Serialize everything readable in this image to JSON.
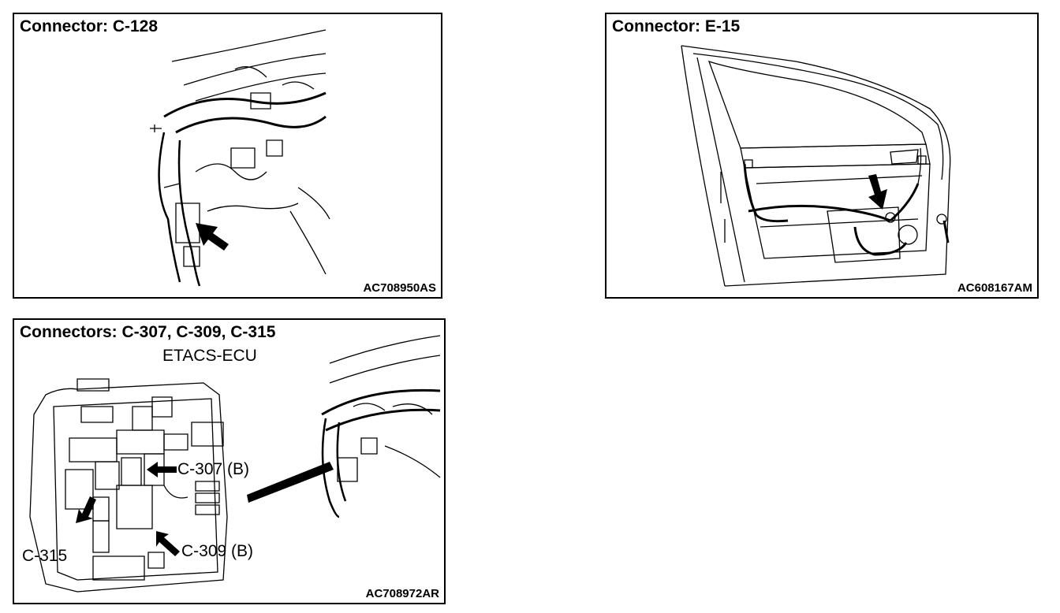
{
  "panels": [
    {
      "title": "Connector: C-128",
      "code": "AC708950AS",
      "illustration": "dashboard-wiring-harness"
    },
    {
      "title": "Connector: E-15",
      "code": "AC608167AM",
      "illustration": "door-wiring-harness"
    },
    {
      "title": "Connectors: C-307, C-309, C-315",
      "subtitle": "ETACS-ECU",
      "code": "AC708972AR",
      "illustration": "etacs-ecu-unit",
      "labels": {
        "c307": "C-307 (B)",
        "c309": "C-309 (B)",
        "c315": "C-315"
      }
    }
  ]
}
